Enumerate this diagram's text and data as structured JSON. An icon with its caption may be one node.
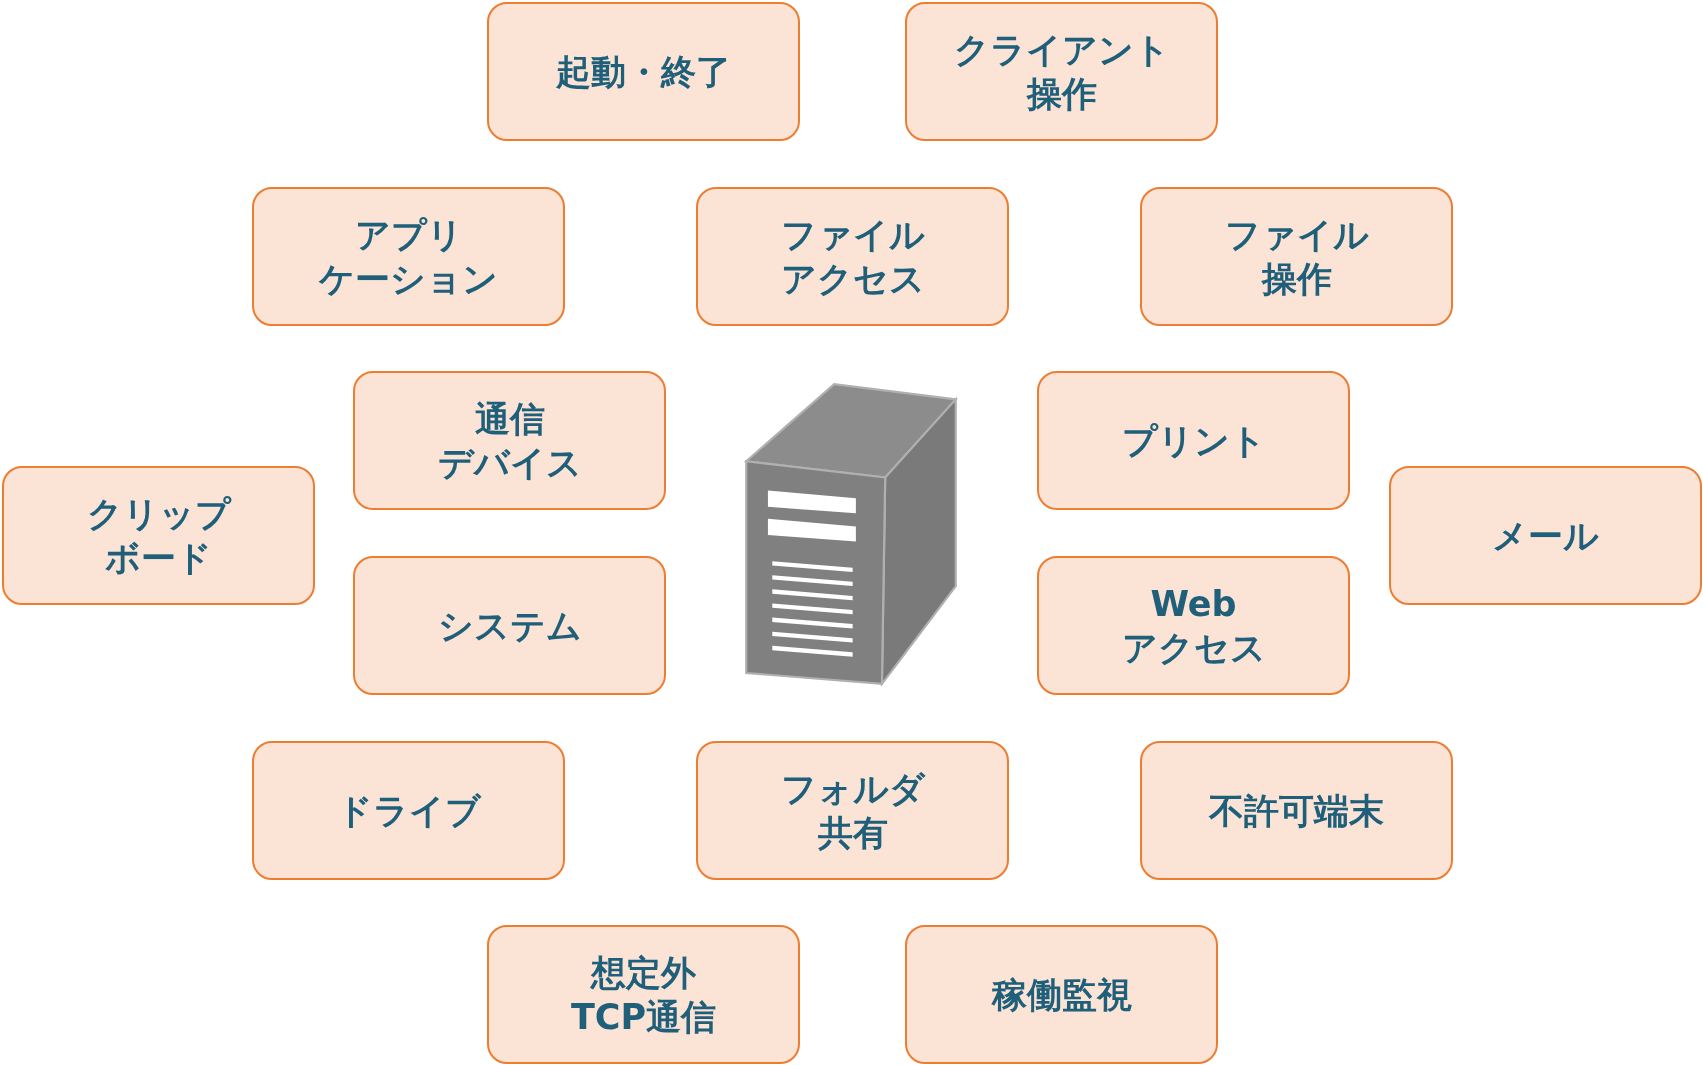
{
  "diagram": {
    "nodes": [
      {
        "text": [
          "起動・終了"
        ]
      },
      {
        "text": [
          "クライアント操作"
        ]
      },
      {
        "text": [
          "アプリケーション"
        ]
      },
      {
        "text": [
          "ファイルアクセス"
        ]
      },
      {
        "text": [
          "ファイル操作"
        ]
      },
      {
        "text": [
          "通信デバイス"
        ]
      },
      {
        "text": [
          "プリント"
        ]
      },
      {
        "text": [
          "クリップボード"
        ]
      },
      {
        "text": [
          "メール"
        ]
      },
      {
        "text": [
          "システム"
        ]
      },
      {
        "text": [
          "Webアクセス"
        ]
      },
      {
        "text": [
          "ドライブ"
        ]
      },
      {
        "text": [
          "フォルダ共有"
        ]
      },
      {
        "text": [
          "不許可端末"
        ]
      },
      {
        "text": [
          "想定外TCP通信"
        ]
      },
      {
        "text": [
          "稼働監視"
        ]
      }
    ]
  }
}
